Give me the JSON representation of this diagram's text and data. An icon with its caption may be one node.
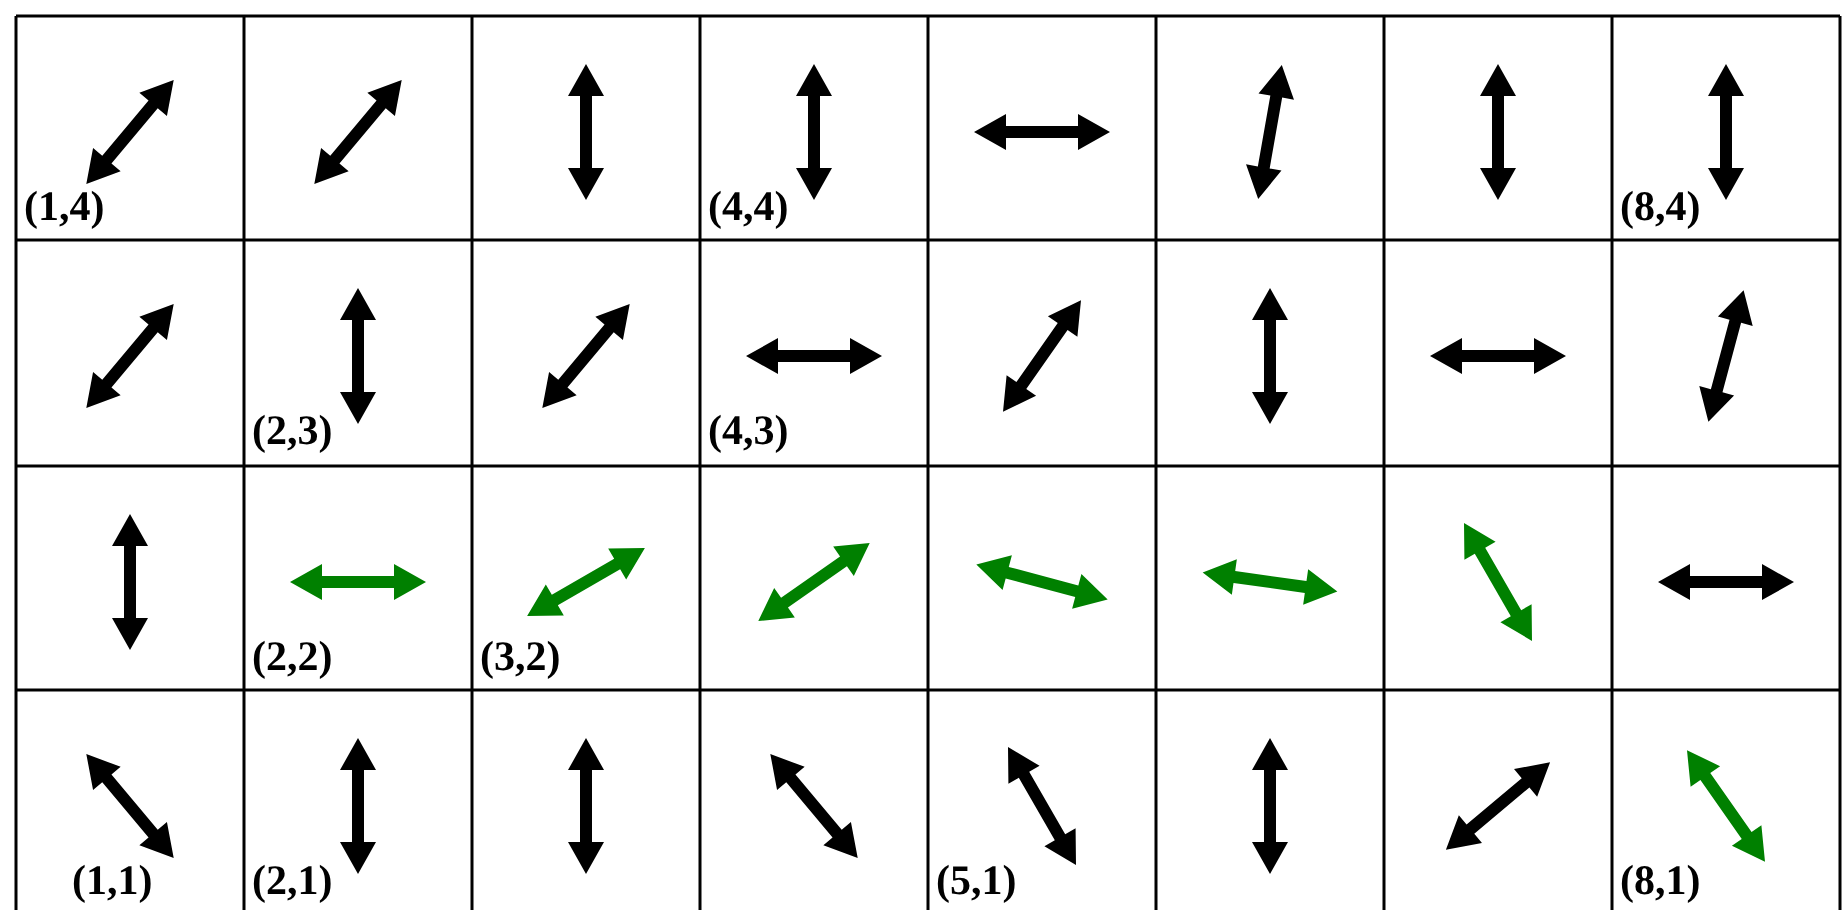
{
  "diagram": {
    "labels": [
      "(1,4)",
      "(4,4)",
      "(8,4)",
      "(2,3)",
      "(4,3)",
      "(2,2)",
      "(3,2)",
      "(1,1)",
      "(2,1)",
      "(5,1)",
      "(8,1)"
    ]
  }
}
